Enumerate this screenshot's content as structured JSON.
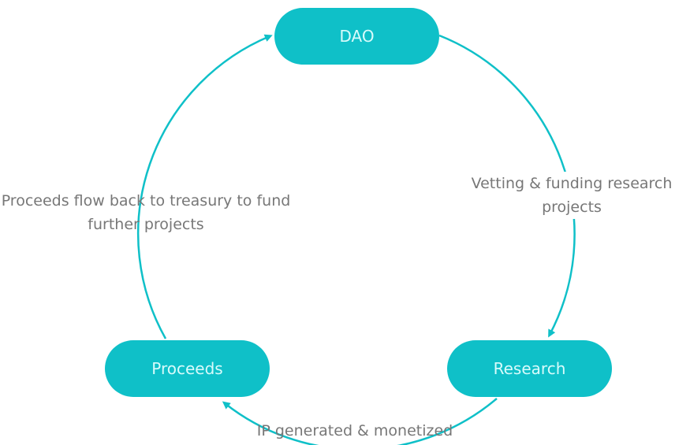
{
  "nodes": {
    "dao": "DAO",
    "research": "Research",
    "proceeds": "Proceeds"
  },
  "edges": {
    "dao_to_research": "Vetting & funding research projects",
    "research_to_proceeds": "IP generated & monetized",
    "proceeds_to_dao": "Proceeds flow back to treasury to fund further projects"
  },
  "colors": {
    "accent": "#0fc0c8",
    "node_text": "#d8fbfb",
    "label_text": "#777777"
  }
}
